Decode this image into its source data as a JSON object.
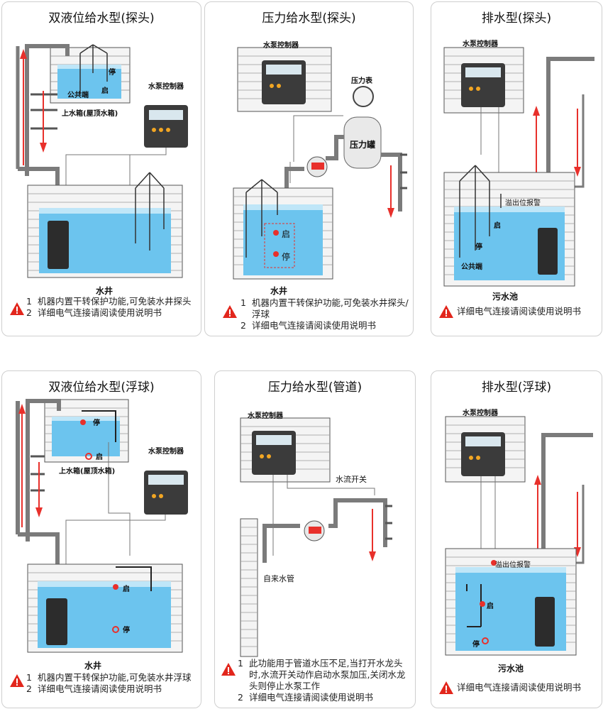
{
  "colors": {
    "water": "#6cc4ee",
    "water_top": "#bfe6f8",
    "pipe": "#7b7b7b",
    "arrow": "#e8302b",
    "brick": "#f4f4f4",
    "warning": "#e2261c",
    "controller": "#3b3b3b"
  },
  "panels": [
    {
      "title": "双液位给水型(探头)",
      "labels": {
        "controller": "水泵控制器",
        "tank": "上水箱(屋顶水箱)",
        "common": "公共端",
        "start": "启",
        "stop": "停"
      },
      "pool": "水井",
      "notes": [
        {
          "num": "1",
          "text": "机器内置干转保护功能,可免装水井探头"
        },
        {
          "num": "2",
          "text": "详细电气连接请阅读使用说明书"
        }
      ]
    },
    {
      "title": "压力给水型(探头)",
      "labels": {
        "controller": "水泵控制器",
        "gauge": "压力表",
        "tank": "压力罐",
        "start": "启",
        "stop": "停"
      },
      "pool": "水井",
      "notes": [
        {
          "num": "1",
          "text": "机器内置干转保护功能,可免装水井探头/浮球"
        },
        {
          "num": "2",
          "text": "详细电气连接请阅读使用说明书"
        }
      ]
    },
    {
      "title": "排水型(探头)",
      "labels": {
        "controller": "水泵控制器",
        "alarm": "溢出位报警",
        "start": "启",
        "stop": "停",
        "common": "公共端"
      },
      "pool": "污水池",
      "notes": [
        {
          "num": "",
          "text": "详细电气连接请阅读使用说明书"
        }
      ]
    },
    {
      "title": "双液位给水型(浮球)",
      "labels": {
        "controller": "水泵控制器",
        "tank": "上水箱(屋顶水箱)",
        "start": "启",
        "stop": "停",
        "start2": "启",
        "stop2": "停"
      },
      "pool": "水井",
      "notes": [
        {
          "num": "1",
          "text": "机器内置干转保护功能,可免装水井浮球"
        },
        {
          "num": "2",
          "text": "详细电气连接请阅读使用说明书"
        }
      ]
    },
    {
      "title": "压力给水型(管道)",
      "labels": {
        "controller": "水泵控制器",
        "switch": "水流开关",
        "tap": "自来水管"
      },
      "pool": "",
      "notes": [
        {
          "num": "1",
          "text": "此功能用于管道水压不足,当打开水龙头时,水流开关动作启动水泵加压,关闭水龙头则停止水泵工作"
        },
        {
          "num": "2",
          "text": "详细电气连接请阅读使用说明书"
        }
      ]
    },
    {
      "title": "排水型(浮球)",
      "labels": {
        "controller": "水泵控制器",
        "alarm": "溢出位报警",
        "start": "启",
        "stop": "停"
      },
      "pool": "污水池",
      "notes": [
        {
          "num": "",
          "text": "详细电气连接请阅读使用说明书"
        }
      ]
    }
  ]
}
